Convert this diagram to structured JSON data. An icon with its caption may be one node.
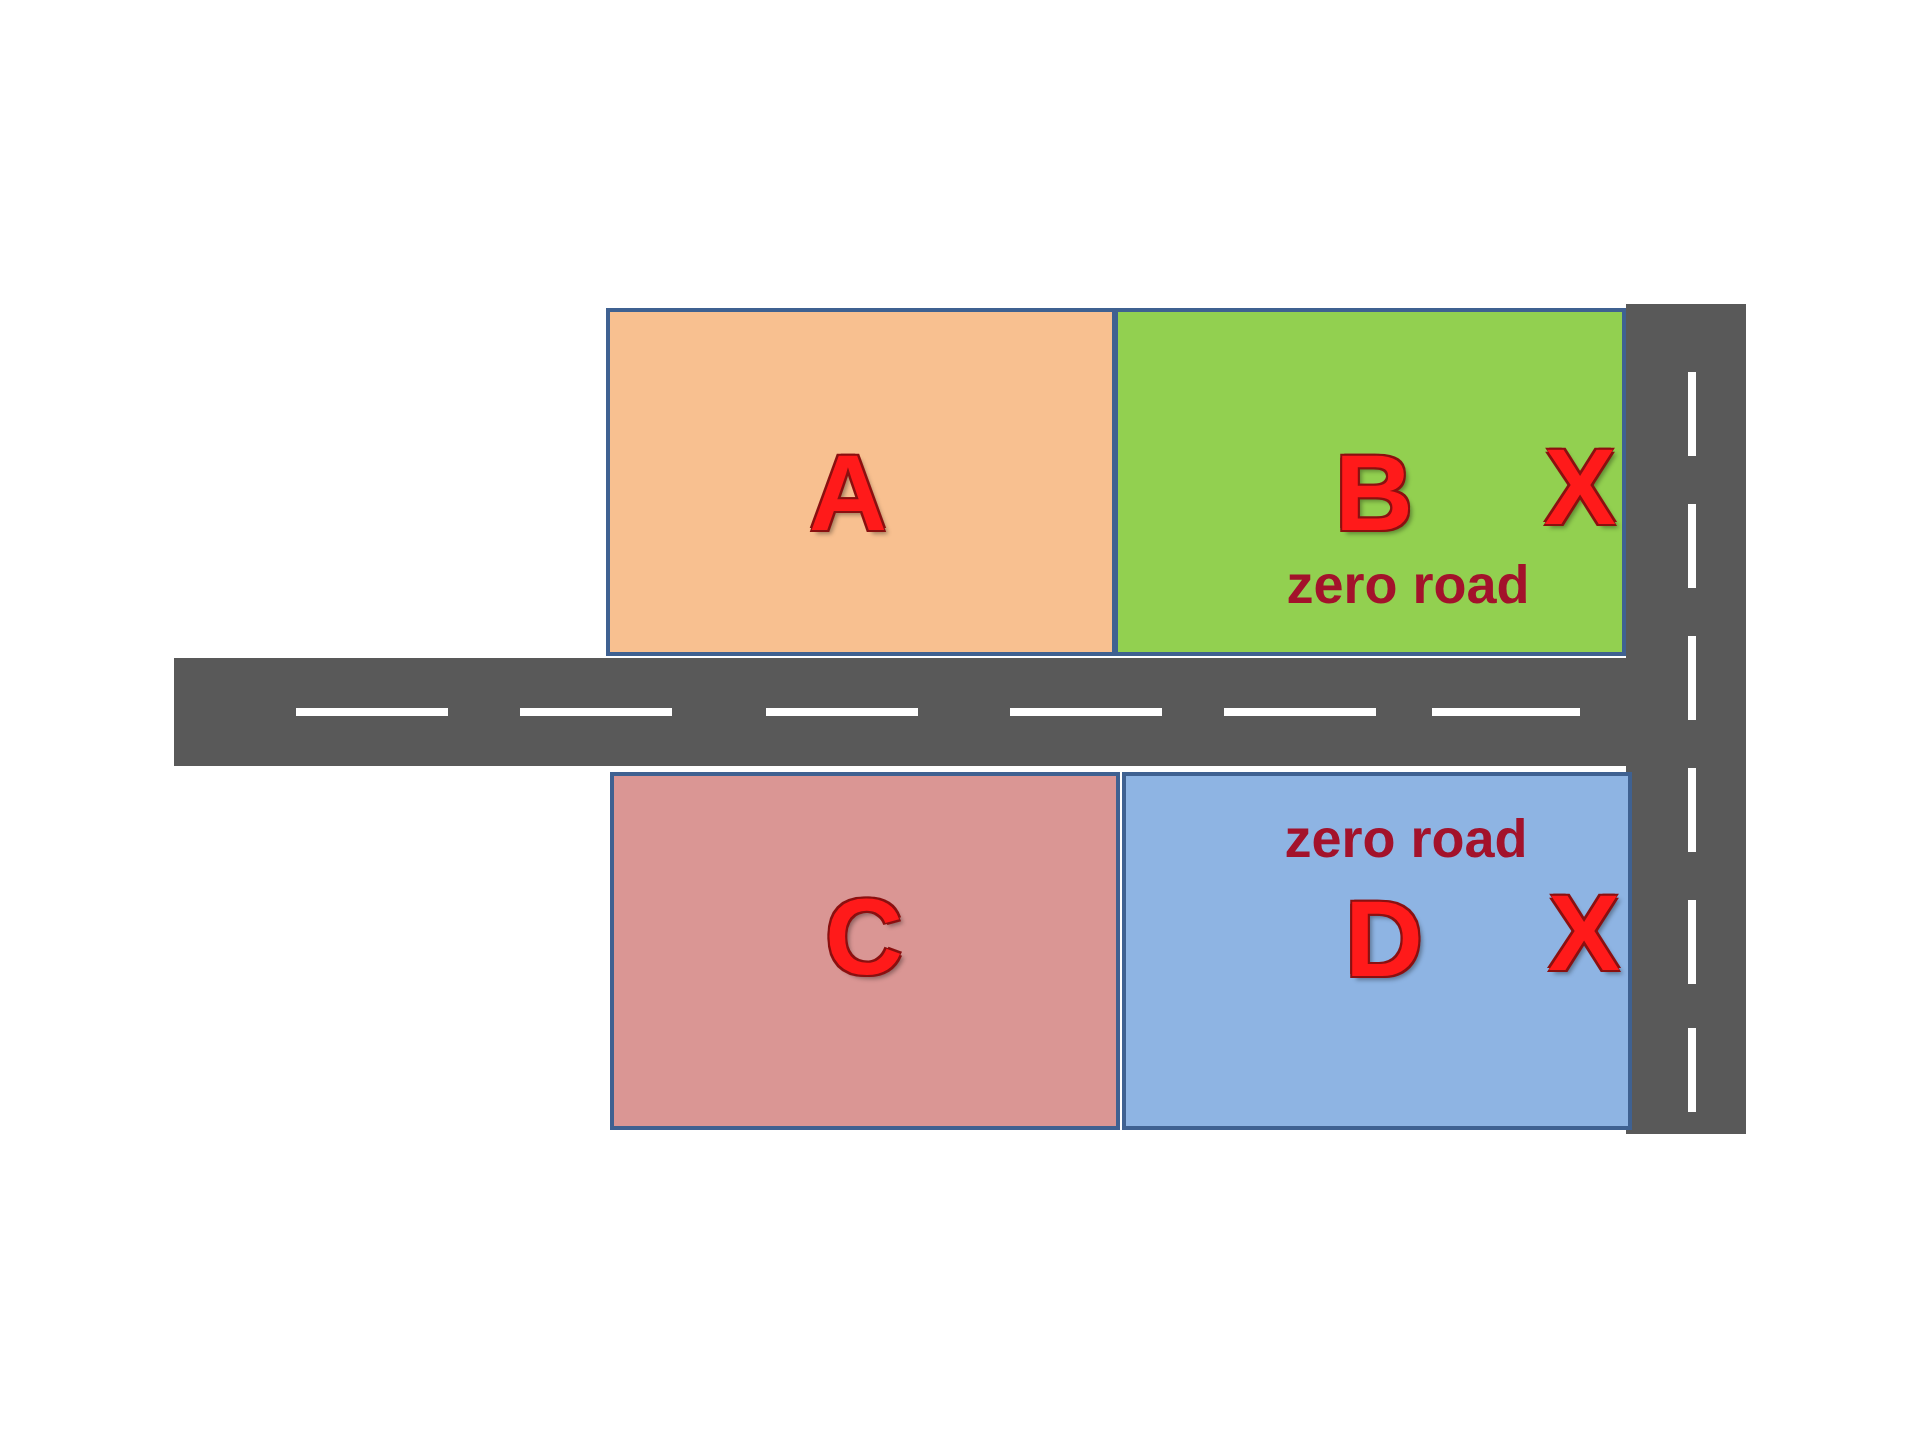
{
  "diagram": {
    "nodes": [
      {
        "text": [
          "A"
        ]
      },
      {
        "text": [
          "B",
          "X",
          "zero road"
        ]
      },
      {
        "text": [
          "C"
        ]
      },
      {
        "text": [
          "zero road",
          "D",
          "X"
        ]
      }
    ]
  }
}
